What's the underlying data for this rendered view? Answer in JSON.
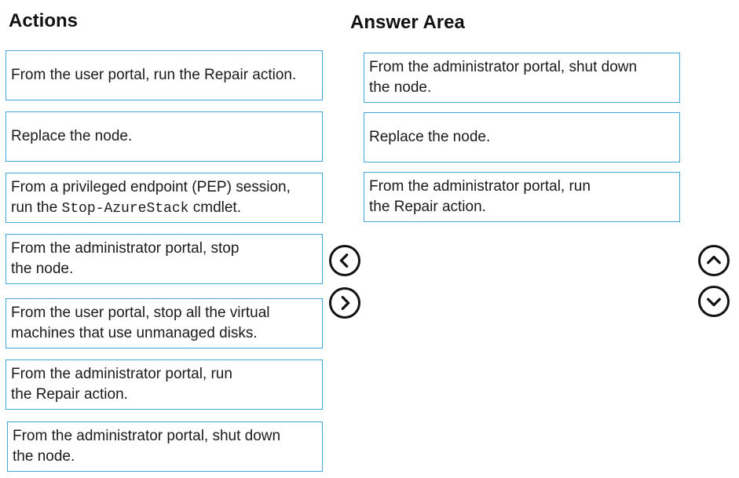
{
  "actions": {
    "title": "Actions",
    "items": [
      {
        "label": "From the user portal, run the Repair action."
      },
      {
        "label": "Replace the node."
      },
      {
        "label_prefix": "From a privileged endpoint (PEP) session,",
        "label_line2_start": "run the",
        "label_code": "Stop-AzureStack",
        "label_suffix": "cmdlet."
      },
      {
        "label": "From the administrator portal, stop",
        "label_line2": "the node."
      },
      {
        "label": "From the user portal, stop all the virtual",
        "label_line2": "machines that use unmanaged disks."
      },
      {
        "label": "From the administrator portal, run",
        "label_line2": "the Repair action."
      },
      {
        "label": "From the administrator portal, shut down",
        "label_line2": "the node."
      }
    ]
  },
  "answer_area": {
    "title": "Answer Area",
    "items": [
      {
        "label": "From the administrator portal, shut down",
        "label_line2": "the node."
      },
      {
        "label": "Replace the node."
      },
      {
        "label": "From the administrator portal, run",
        "label_line2": "the Repair action."
      }
    ]
  },
  "controls": {
    "move_left_icon": "chevron-left-circle-icon",
    "move_right_icon": "chevron-right-circle-icon",
    "move_up_icon": "chevron-up-circle-icon",
    "move_down_icon": "chevron-down-circle-icon"
  },
  "colors": {
    "box_border": "#41a6d9",
    "text": "#1a1a1a",
    "icon": "#111111"
  }
}
